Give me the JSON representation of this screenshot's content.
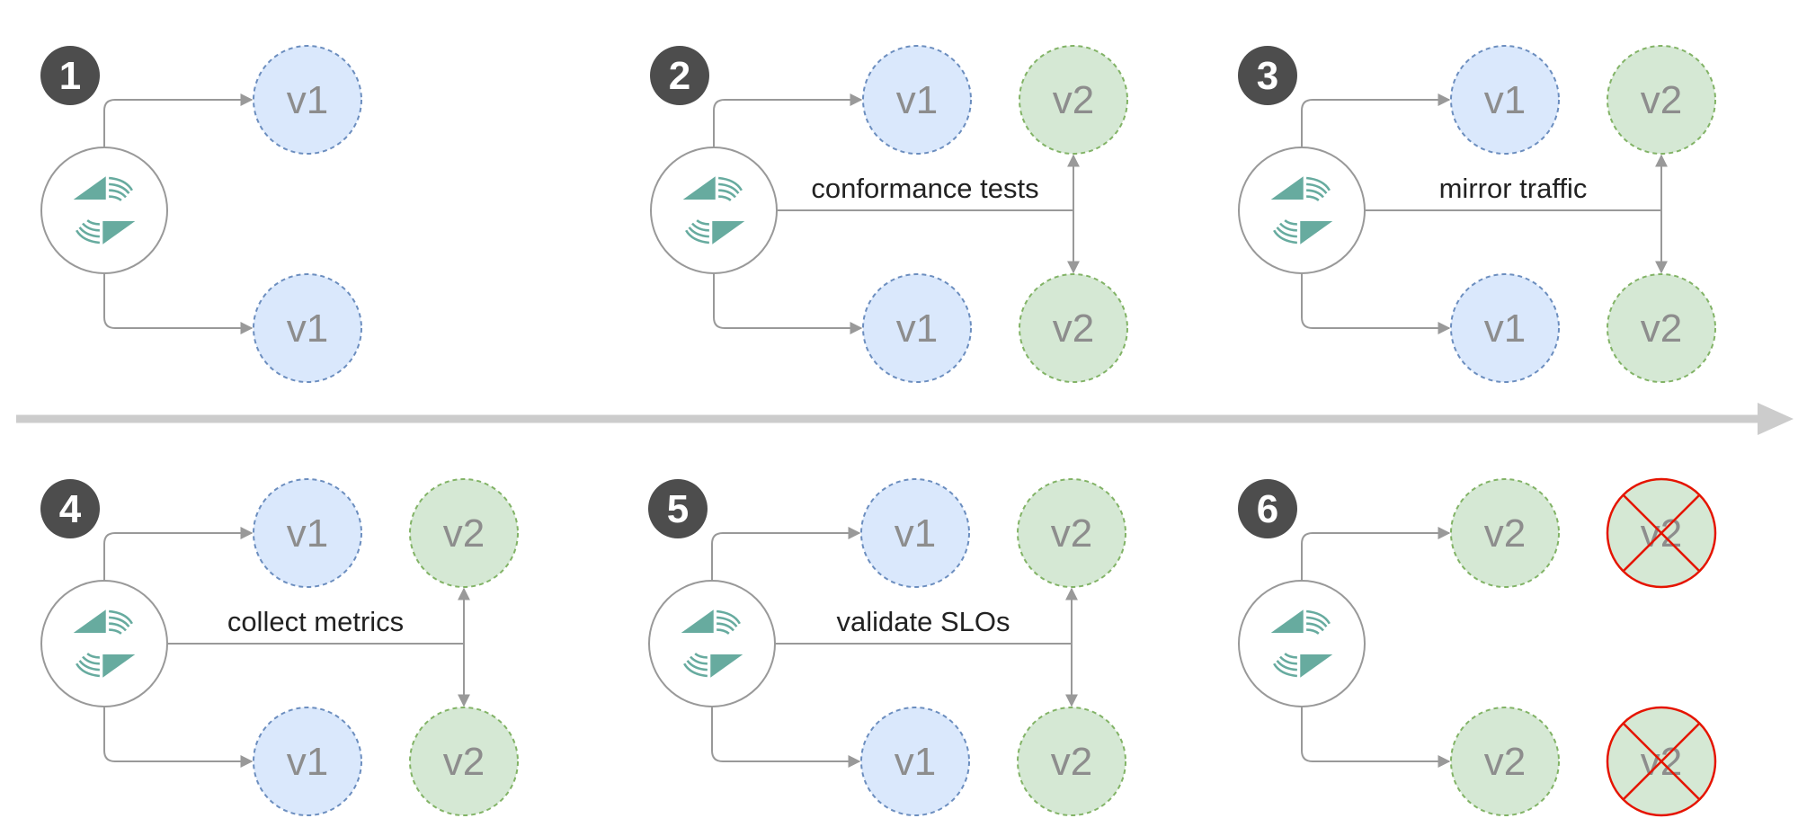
{
  "colors": {
    "v1_fill": "#dae8fc",
    "v1_stroke": "#6c8ebf",
    "v2_fill": "#d5e8d4",
    "v2_stroke": "#82b366",
    "connector": "#999999",
    "timeline": "#cccccc",
    "badge": "#4d4d4d",
    "logo": "#67ab9f",
    "removed": "#e51400"
  },
  "icons": {
    "gateway": "gateway-logo-icon",
    "removed": "x-mark-icon"
  },
  "panels": [
    {
      "number": "1",
      "label": "",
      "top": [
        "v1"
      ],
      "bottom": [
        "v1"
      ],
      "has_split": false,
      "removed": []
    },
    {
      "number": "2",
      "label": "conformance tests",
      "top": [
        "v1",
        "v2"
      ],
      "bottom": [
        "v1",
        "v2"
      ],
      "has_split": true,
      "removed": []
    },
    {
      "number": "3",
      "label": "mirror traffic",
      "top": [
        "v1",
        "v2"
      ],
      "bottom": [
        "v1",
        "v2"
      ],
      "has_split": true,
      "removed": []
    },
    {
      "number": "4",
      "label": "collect metrics",
      "top": [
        "v1",
        "v2"
      ],
      "bottom": [
        "v1",
        "v2"
      ],
      "has_split": true,
      "removed": []
    },
    {
      "number": "5",
      "label": "validate SLOs",
      "top": [
        "v1",
        "v2"
      ],
      "bottom": [
        "v1",
        "v2"
      ],
      "has_split": true,
      "removed": []
    },
    {
      "number": "6",
      "label": "",
      "top": [
        "v2",
        "v2"
      ],
      "bottom": [
        "v2",
        "v2"
      ],
      "has_split": false,
      "removed": [
        "top-1",
        "bottom-1"
      ]
    }
  ]
}
